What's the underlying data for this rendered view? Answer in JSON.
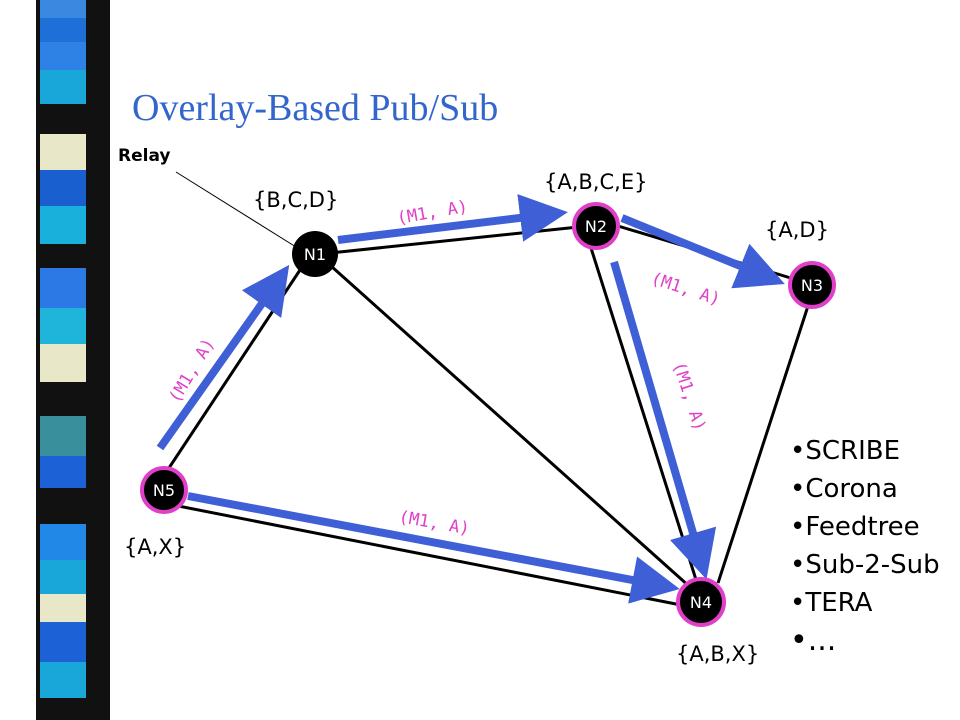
{
  "slide": {
    "title": "Overlay-Based Pub/Sub",
    "colors": {
      "title": "#3366cc",
      "arrow": "#3f5fd6",
      "message_label": "#e040c8",
      "node_fill": "#000000",
      "node_border": "#e040c8"
    }
  },
  "relay_label": "Relay",
  "nodes": {
    "n1": {
      "label": "N1",
      "subscriptions": "{B,C,D}"
    },
    "n2": {
      "label": "N2",
      "subscriptions": "{A,B,C,E}"
    },
    "n3": {
      "label": "N3",
      "subscriptions": "{A,D}"
    },
    "n4": {
      "label": "N4",
      "subscriptions": "{A,B,X}"
    },
    "n5": {
      "label": "N5",
      "subscriptions": "{A,X}"
    }
  },
  "links": [
    {
      "from": "N5",
      "to": "N1"
    },
    {
      "from": "N5",
      "to": "N4"
    },
    {
      "from": "N1",
      "to": "N2"
    },
    {
      "from": "N1",
      "to": "N4"
    },
    {
      "from": "N2",
      "to": "N3"
    },
    {
      "from": "N2",
      "to": "N4"
    },
    {
      "from": "N3",
      "to": "N4"
    }
  ],
  "messages": {
    "n5_n1": "(M1, A)",
    "n1_n2": "(M1, A)",
    "n2_n3": "(M1, A)",
    "n2_n4": "(M1, A)",
    "n5_n4": "(M1, A)"
  },
  "systems": [
    "SCRIBE",
    "Corona",
    "Feedtree",
    "Sub-2-Sub",
    "TERA",
    "..."
  ]
}
